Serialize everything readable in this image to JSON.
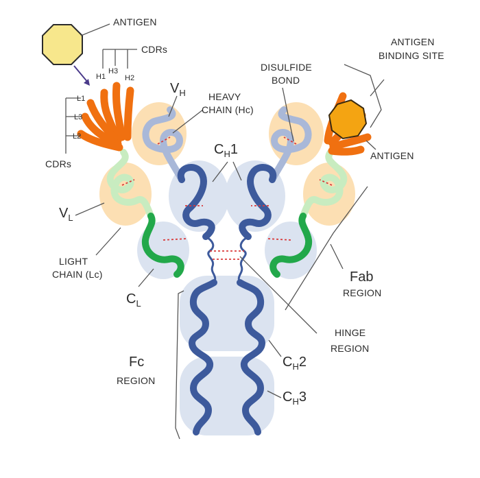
{
  "colors": {
    "heavy_constant": "#3d5a9c",
    "heavy_variable": "#a9b8d8",
    "light_constant": "#22a84a",
    "light_variable": "#c8ecc0",
    "cdr": "#f07010",
    "antigen": "#f7e78c",
    "antigen_bound": "#f4a412",
    "domain_shade_blue": "#dbe3f0",
    "domain_shade_orange": "#fbd9a6",
    "disulfide": "#d93a3a"
  },
  "labels": {
    "antigen_top": "ANTIGEN",
    "cdrs_heavy": "CDRs",
    "h1": "H1",
    "h2": "H2",
    "h3": "H3",
    "l1": "L1",
    "l2": "L2",
    "l3": "L3",
    "cdrs_light": "CDRs",
    "vh_main": "V",
    "vh_sub": "H",
    "heavy_chain_1": "HEAVY",
    "heavy_chain_2": "CHAIN (Hc)",
    "disulfide_1": "DISULFIDE",
    "disulfide_2": "BOND",
    "binding_site_1": "ANTIGEN",
    "binding_site_2": "BINDING SITE",
    "antigen_right": "ANTIGEN",
    "ch1_main": "C",
    "ch1_sub": "H",
    "ch1_num": "1",
    "vl_main": "V",
    "vl_sub": "L",
    "light_chain_1": "LIGHT",
    "light_chain_2": "CHAIN (Lc)",
    "fab_1": "Fab",
    "fab_2": "REGION",
    "cl_main": "C",
    "cl_sub": "L",
    "hinge_1": "HINGE",
    "hinge_2": "REGION",
    "fc_1": "Fc",
    "fc_2": "REGION",
    "ch2_main": "C",
    "ch2_sub": "H",
    "ch2_num": "2",
    "ch3_main": "C",
    "ch3_sub": "H",
    "ch3_num": "3"
  }
}
